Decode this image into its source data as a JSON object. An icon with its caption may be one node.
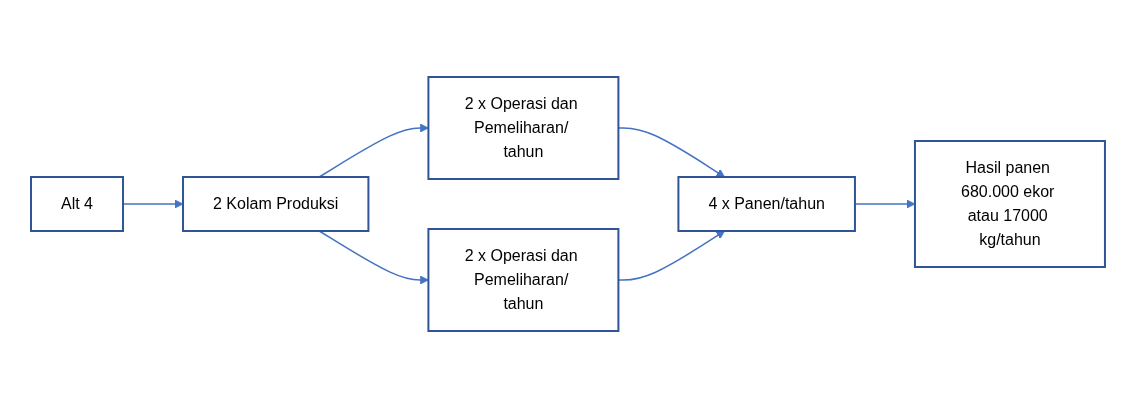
{
  "diagram": {
    "nodes": [
      {
        "text": [
          "Alt 4"
        ]
      },
      {
        "text": [
          "2 Kolam Produksi"
        ]
      },
      {
        "text": [
          "2 x Operasi dan Pemeliharan/ tahun"
        ]
      },
      {
        "text": [
          "2 x Operasi dan Pemeliharan/ tahun"
        ]
      },
      {
        "text": [
          "4 x Panen/tahun"
        ]
      },
      {
        "text": [
          "Hasil panen 680.000 ekor atau 17000 kg/tahun"
        ]
      }
    ],
    "edges": [
      {
        "from": 0,
        "to": 1,
        "arrow": "to"
      },
      {
        "from": 1,
        "to": 2,
        "arrow": "to"
      },
      {
        "from": 1,
        "to": 3,
        "arrow": "to"
      },
      {
        "from": 2,
        "to": 4,
        "arrow": "to"
      },
      {
        "from": 3,
        "to": 4,
        "arrow": "to"
      },
      {
        "from": 4,
        "to": 5,
        "arrow": "to"
      }
    ]
  }
}
